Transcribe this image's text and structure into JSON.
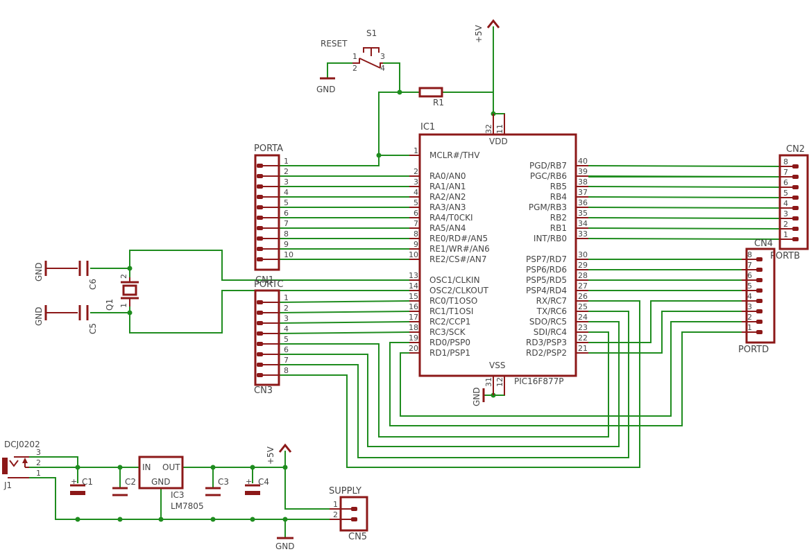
{
  "colors": {
    "wire": "#1e8c1e",
    "part": "#8c1818",
    "text": "#444444"
  },
  "ic1": {
    "name": "IC1",
    "value": "PIC16F877P",
    "vdd": "VDD",
    "vss": "VSS",
    "vdd_pins": [
      "32",
      "11"
    ],
    "vss_pins": [
      "31",
      "12"
    ],
    "left_pins": [
      {
        "num": "1",
        "name": "MCLR#/THV"
      },
      {
        "num": "2",
        "name": "RA0/AN0"
      },
      {
        "num": "3",
        "name": "RA1/AN1"
      },
      {
        "num": "4",
        "name": "RA2/AN2"
      },
      {
        "num": "5",
        "name": "RA3/AN3"
      },
      {
        "num": "6",
        "name": "RA4/T0CKI"
      },
      {
        "num": "7",
        "name": "RA5/AN4"
      },
      {
        "num": "8",
        "name": "RE0/RD#/AN5"
      },
      {
        "num": "9",
        "name": "RE1/WR#/AN6"
      },
      {
        "num": "10",
        "name": "RE2/CS#/AN7"
      },
      {
        "num": "13",
        "name": "OSC1/CLKIN"
      },
      {
        "num": "14",
        "name": "OSC2/CLKOUT"
      },
      {
        "num": "15",
        "name": "RC0/T1OSO"
      },
      {
        "num": "16",
        "name": "RC1/T1OSI"
      },
      {
        "num": "17",
        "name": "RC2/CCP1"
      },
      {
        "num": "18",
        "name": "RC3/SCK"
      },
      {
        "num": "19",
        "name": "RD0/PSP0"
      },
      {
        "num": "20",
        "name": "RD1/PSP1"
      }
    ],
    "right_pins": [
      {
        "num": "40",
        "name": "PGD/RB7"
      },
      {
        "num": "39",
        "name": "PGC/RB6"
      },
      {
        "num": "38",
        "name": "RB5"
      },
      {
        "num": "37",
        "name": "RB4"
      },
      {
        "num": "36",
        "name": "PGM/RB3"
      },
      {
        "num": "35",
        "name": "RB2"
      },
      {
        "num": "34",
        "name": "RB1"
      },
      {
        "num": "33",
        "name": "INT/RB0"
      },
      {
        "num": "30",
        "name": "PSP7/RD7"
      },
      {
        "num": "29",
        "name": "PSP6/RD6"
      },
      {
        "num": "28",
        "name": "PSP5/RD5"
      },
      {
        "num": "27",
        "name": "PSP4/RD4"
      },
      {
        "num": "26",
        "name": "RX/RC7"
      },
      {
        "num": "25",
        "name": "TX/RC6"
      },
      {
        "num": "24",
        "name": "SDO/RC5"
      },
      {
        "num": "23",
        "name": "SDI/RC4"
      },
      {
        "num": "22",
        "name": "RD3/PSP3"
      },
      {
        "num": "21",
        "name": "RD2/PSP2"
      }
    ]
  },
  "connectors": {
    "porta": {
      "name": "PORTA",
      "ref": "CN1",
      "pins": [
        "1",
        "2",
        "3",
        "4",
        "5",
        "6",
        "7",
        "8",
        "9",
        "10"
      ]
    },
    "portc": {
      "name": "PORTC",
      "ref": "CN3",
      "pins": [
        "1",
        "2",
        "3",
        "4",
        "5",
        "6",
        "7",
        "8"
      ]
    },
    "portb": {
      "name": "PORTB",
      "ref": "CN2",
      "pins": [
        "8",
        "7",
        "6",
        "5",
        "4",
        "3",
        "2",
        "1"
      ]
    },
    "portd": {
      "name": "PORTD",
      "ref": "CN4",
      "pins": [
        "8",
        "7",
        "6",
        "5",
        "4",
        "3",
        "2",
        "1"
      ]
    },
    "supply": {
      "name": "SUPPLY",
      "ref": "CN5",
      "pins": [
        "1",
        "2"
      ]
    }
  },
  "reset": {
    "label": "RESET",
    "ref": "S1",
    "pins": [
      "1",
      "2",
      "3",
      "4"
    ]
  },
  "r1": "R1",
  "power": {
    "vcc": "+5V",
    "gnd": "GND"
  },
  "osc": {
    "crystal": "Q1",
    "pins": [
      "2",
      "1"
    ],
    "c6": "C6",
    "c5": "C5"
  },
  "psu": {
    "jack": "J1",
    "jack_value": "DCJ0202",
    "jack_pins": [
      "3",
      "2",
      "1"
    ],
    "c1": "C1",
    "c2": "C2",
    "c3": "C3",
    "c4": "C4",
    "reg": "IC3",
    "reg_value": "LM7805",
    "reg_in": "IN",
    "reg_out": "OUT",
    "reg_gnd": "GND"
  }
}
